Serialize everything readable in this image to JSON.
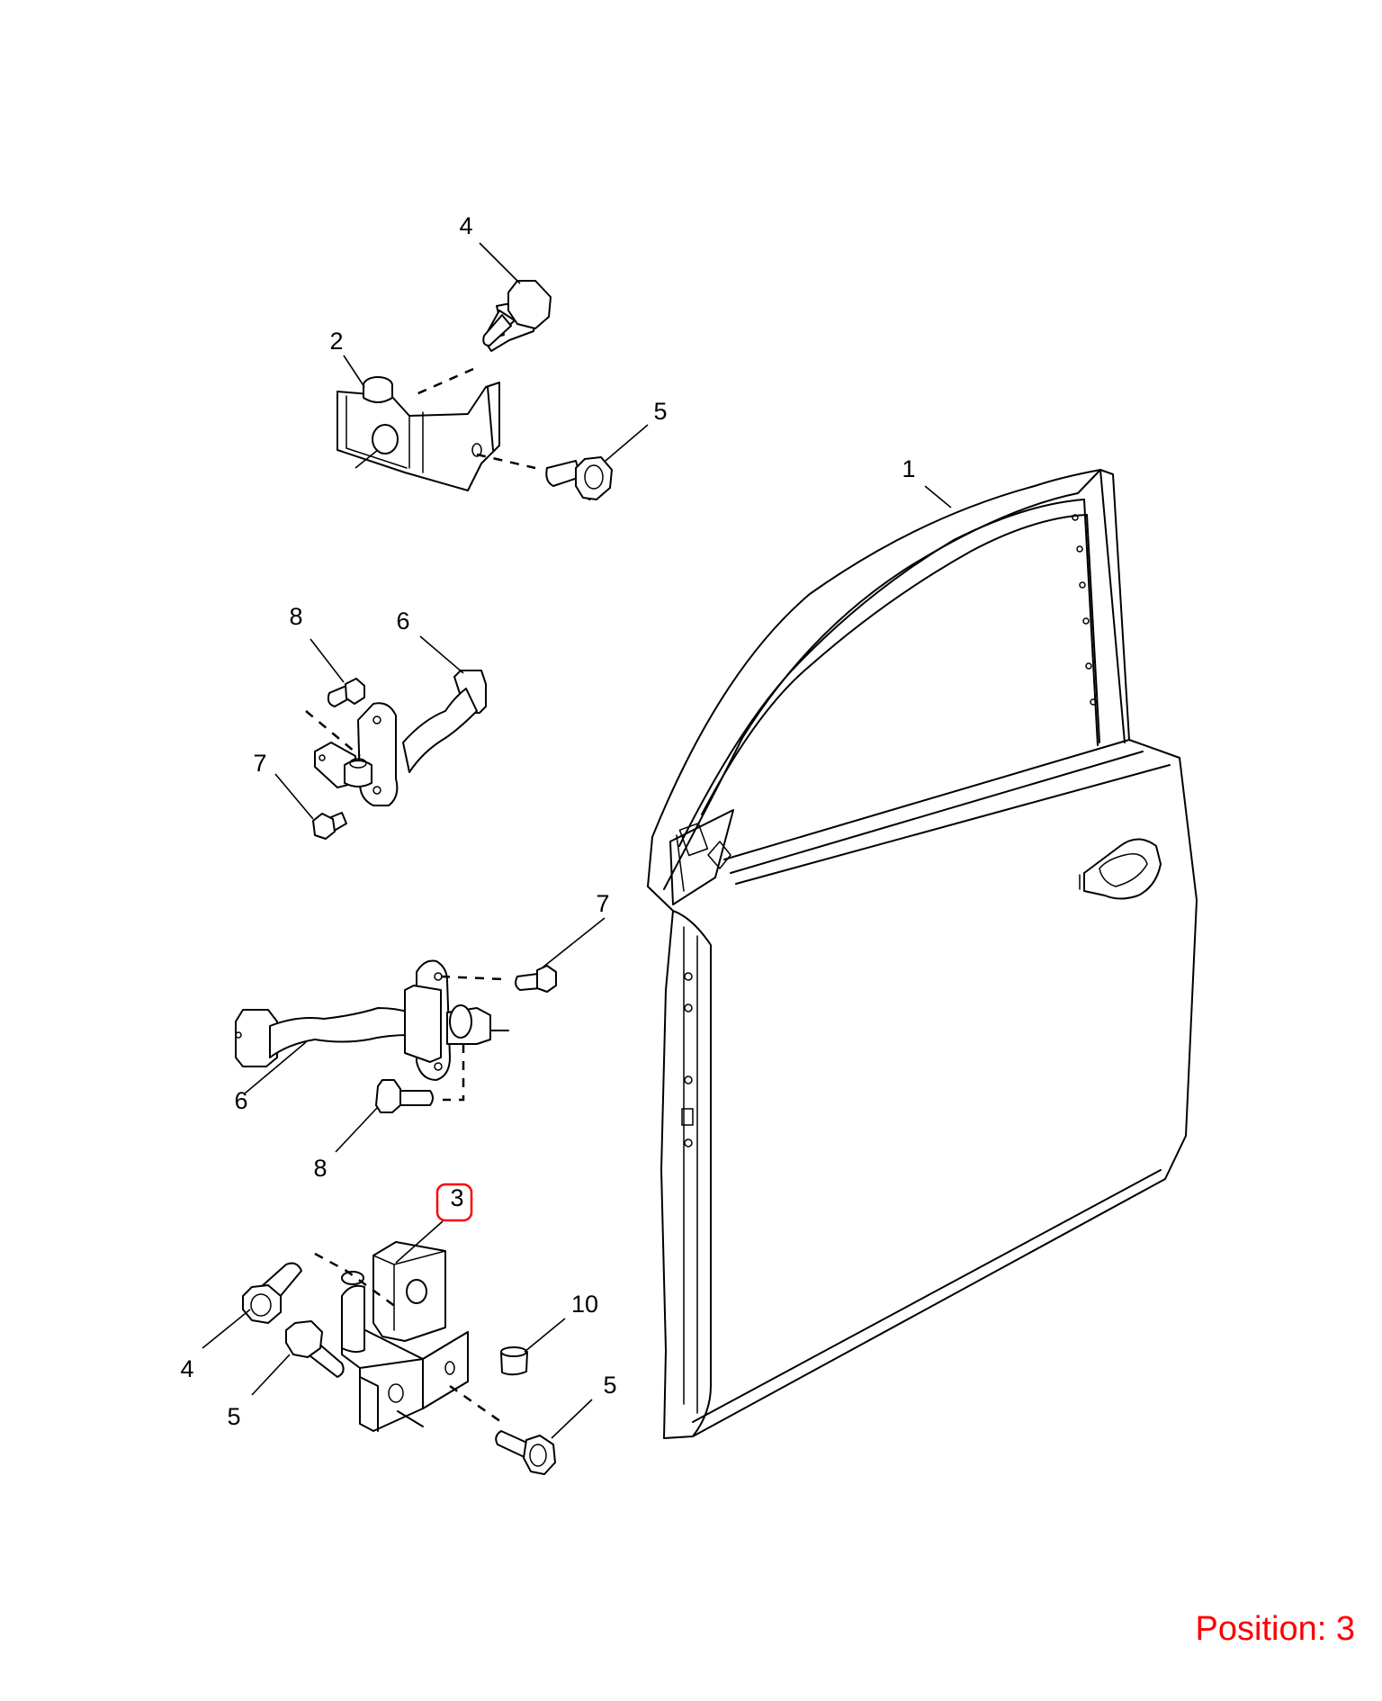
{
  "callouts": {
    "c1": "1",
    "c2": "2",
    "c3": "3",
    "c4_top": "4",
    "c5_top": "5",
    "c6_upper": "6",
    "c8_upper": "8",
    "c7_upper": "7",
    "c7_lower": "7",
    "c6_lower": "6",
    "c8_lower": "8",
    "c4_bottom": "4",
    "c5_left": "5",
    "c10": "10",
    "c5_right": "5"
  },
  "highlight": {
    "callout": "3",
    "color": "#ff0000"
  },
  "position_text": "Position: 3",
  "colors": {
    "line": "#000000",
    "highlight": "#ff0000",
    "background": "#ffffff"
  }
}
